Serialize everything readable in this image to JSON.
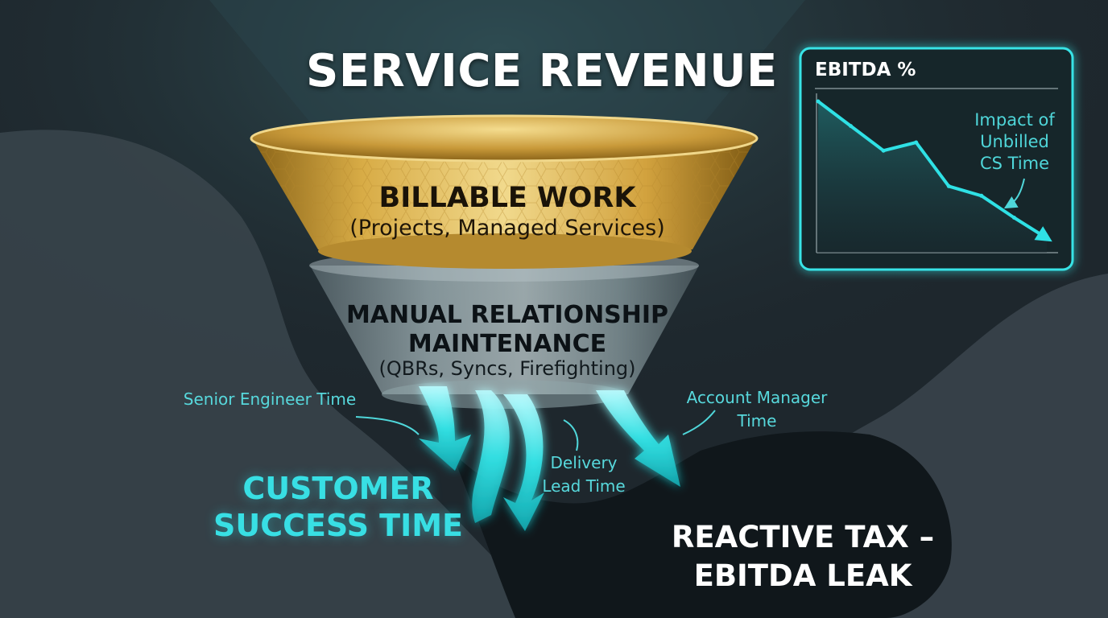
{
  "funnel": {
    "title": "SERVICE REVENUE",
    "top_layer": {
      "title": "BILLABLE WORK",
      "subtitle": "(Projects, Managed Services)"
    },
    "middle_layer": {
      "title_line1": "MANUAL RELATIONSHIP",
      "title_line2": "MAINTENANCE",
      "subtitle": "(QBRs, Syncs, Firefighting)"
    }
  },
  "flows": {
    "senior": "Senior Engineer Time",
    "account_line1": "Account Manager",
    "account_line2": "Time",
    "delivery_line1": "Delivery",
    "delivery_line2": "Lead Time"
  },
  "outcomes": {
    "cs_line1": "CUSTOMER",
    "cs_line2": "SUCCESS TIME",
    "reactive_line1": "REACTIVE TAX –",
    "reactive_line2": "EBITDA LEAK"
  },
  "ebitda_panel": {
    "title": "EBITDA %",
    "annotation_line1": "Impact of",
    "annotation_line2": "Unbilled",
    "annotation_line3": "CS Time"
  },
  "colors": {
    "background": "#1d262c",
    "teal_accent": "#2ee6e8",
    "gold": "#d9b44a",
    "glass": "#9fb1b5"
  },
  "chart_data": {
    "type": "line",
    "title": "EBITDA %",
    "xlabel": "",
    "ylabel": "",
    "x": [
      0,
      1,
      2,
      3,
      4,
      5,
      6,
      7
    ],
    "series": [
      {
        "values": [
          100,
          82,
          64,
          70,
          38,
          31,
          15,
          0
        ]
      }
    ],
    "xlim": [
      0,
      7
    ],
    "ylim": [
      0,
      100
    ],
    "grid": false
  }
}
